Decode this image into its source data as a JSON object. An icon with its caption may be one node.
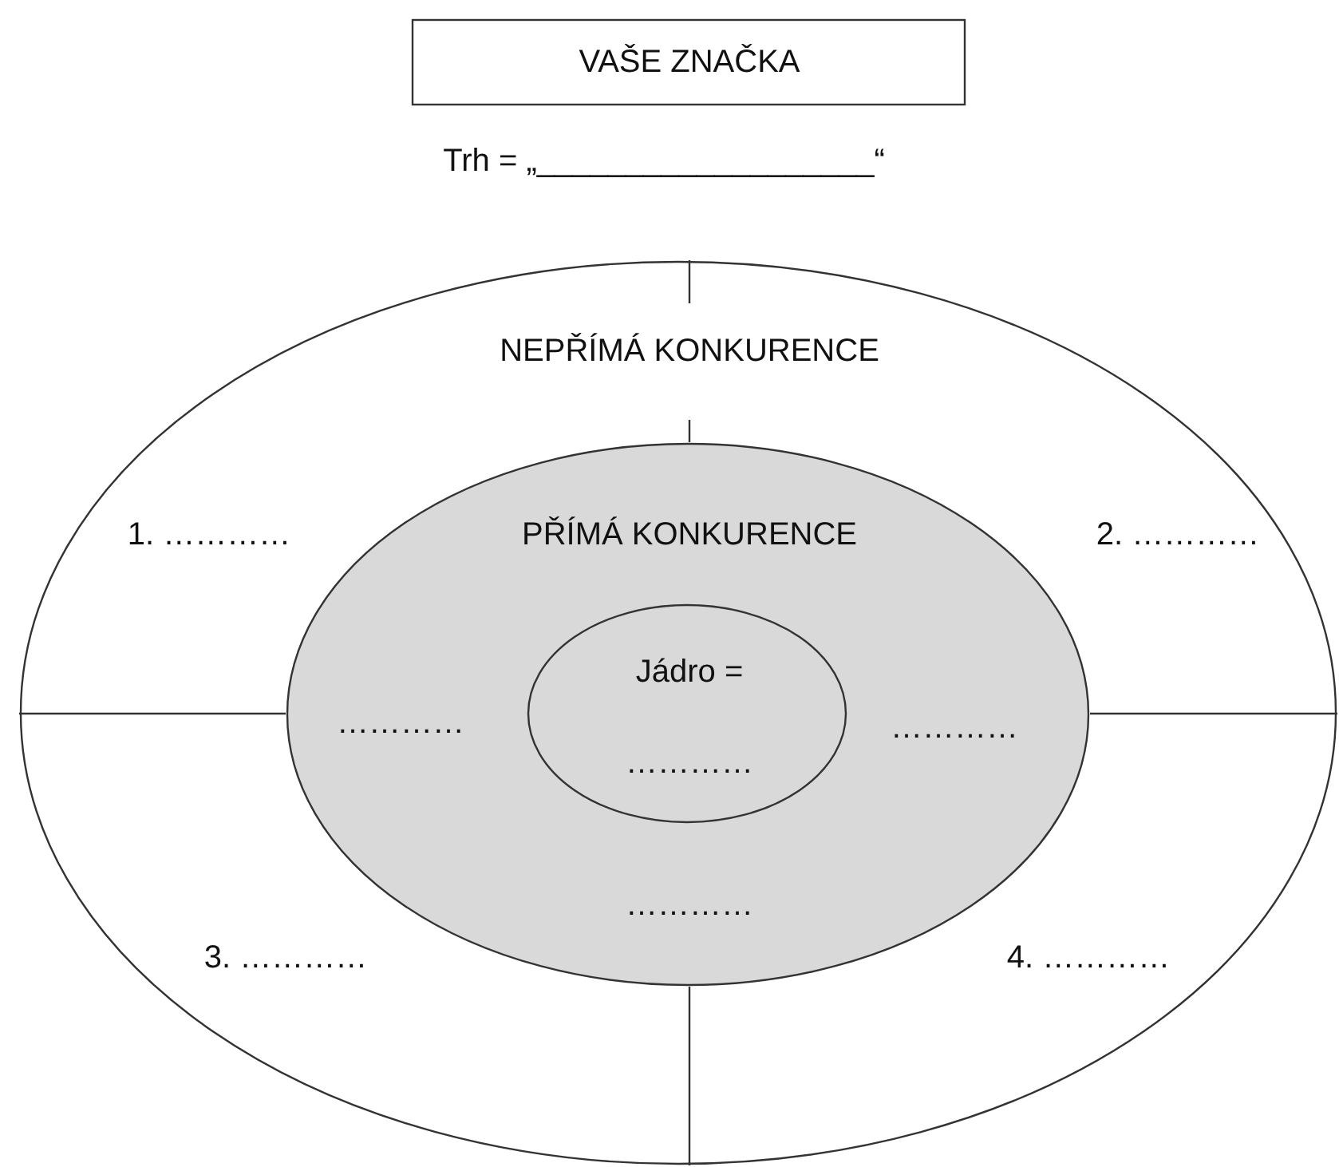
{
  "diagram": {
    "nodes": [
      {
        "text": [
          "VAŠE ZNAČKA"
        ]
      },
      {
        "text": [
          "NEPŘÍMÁ KONKURENCE",
          "1. …………",
          "2. …………",
          "3. …………",
          "4. …………"
        ]
      },
      {
        "text": [
          "PŘÍMÁ KONKURENCE",
          "…………",
          "…………",
          "…………"
        ],
        "in": 1
      },
      {
        "text": [
          "Jádro =",
          "…………"
        ],
        "in": 2
      }
    ],
    "edges": [],
    "labels": [
      "Trh = „___________________“"
    ]
  }
}
